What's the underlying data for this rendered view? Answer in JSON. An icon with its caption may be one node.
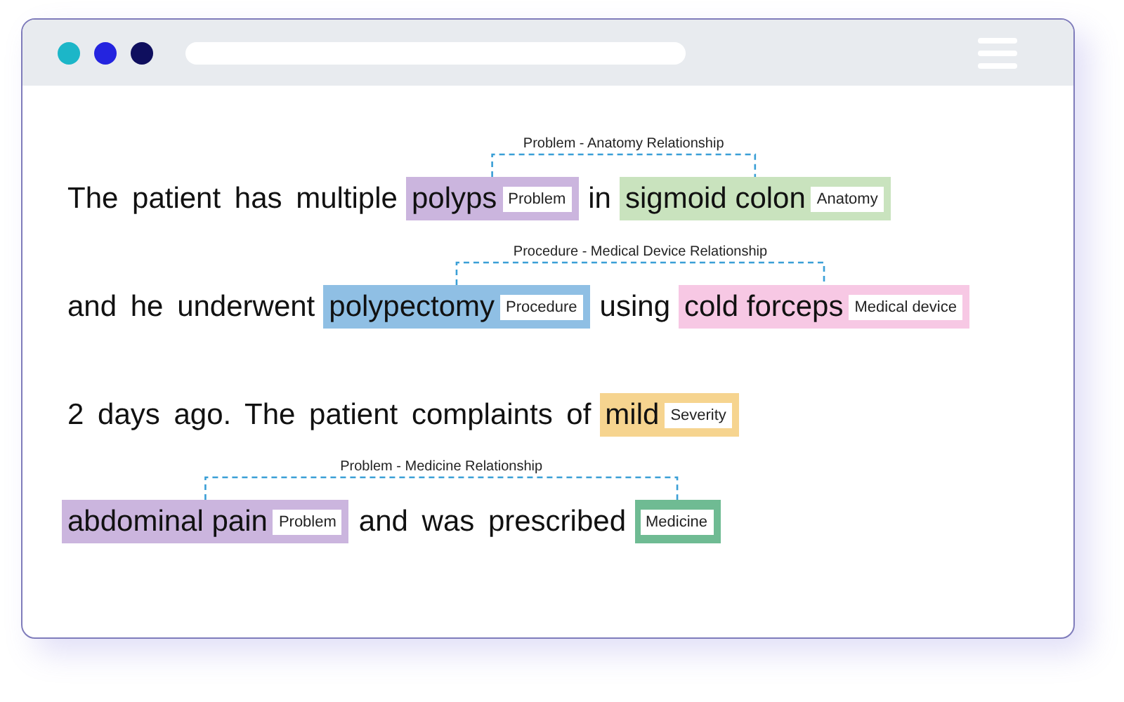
{
  "diagram": {
    "nodes": [
      {
        "text": [
          "polyps",
          "Problem"
        ]
      },
      {
        "text": [
          "sigmoid colon",
          "Anatomy"
        ]
      },
      {
        "text": [
          "polypectomy",
          "Procedure"
        ]
      },
      {
        "text": [
          "cold forceps",
          "Medical device"
        ]
      },
      {
        "text": [
          "mild",
          "Severity"
        ]
      },
      {
        "text": [
          "abdominal pain",
          "Problem"
        ]
      },
      {
        "text": [
          "Medicine"
        ]
      }
    ],
    "edges": [
      {
        "from": 0,
        "to": 1,
        "arrow": "none",
        "label": "Problem - Anatomy Relationship",
        "style": "dashed"
      },
      {
        "from": 2,
        "to": 3,
        "arrow": "none",
        "label": "Procedure - Medical Device Relationship",
        "style": "dashed"
      },
      {
        "from": 5,
        "to": 6,
        "arrow": "none",
        "label": "Problem - Medicine Relationship",
        "style": "dashed"
      }
    ],
    "labels": [
      "The patient has multiple",
      "in",
      "and he underwent",
      "using",
      "2 days ago. The patient complaints of",
      "and was prescribed"
    ]
  }
}
